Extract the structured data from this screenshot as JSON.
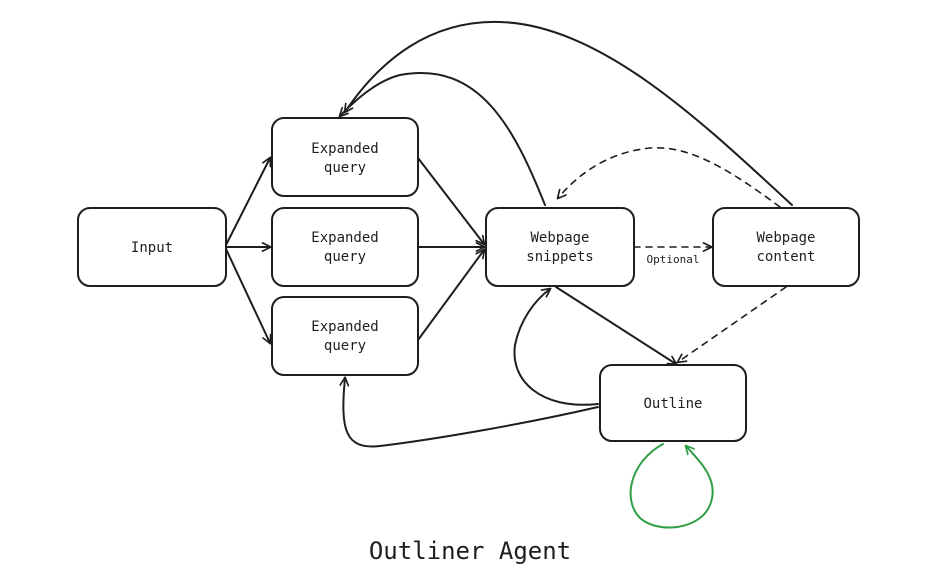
{
  "title": "Outliner Agent",
  "nodes": {
    "input": {
      "lines": [
        "Input"
      ]
    },
    "query1": {
      "lines": [
        "Expanded",
        "query"
      ]
    },
    "query2": {
      "lines": [
        "Expanded",
        "query"
      ]
    },
    "query3": {
      "lines": [
        "Expanded",
        "query"
      ]
    },
    "snippets": {
      "lines": [
        "Webpage",
        "snippets"
      ]
    },
    "content": {
      "lines": [
        "Webpage",
        "content"
      ]
    },
    "outline": {
      "lines": [
        "Outline"
      ]
    }
  },
  "edges": {
    "optional_label": "Optional"
  },
  "colors": {
    "stroke": "#1e1e1e",
    "loop": "#2f9e44",
    "background": "#ffffff"
  }
}
